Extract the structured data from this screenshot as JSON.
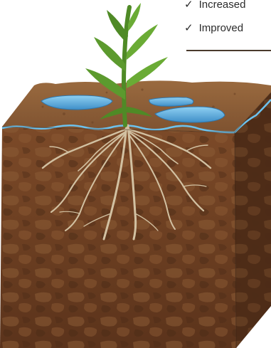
{
  "checklist": [
    {
      "mark": "✓",
      "text": "Increased"
    },
    {
      "mark": "✓",
      "text": "Improved"
    }
  ],
  "colors": {
    "soil_top": "#8a5a33",
    "soil_front": "#6b3f22",
    "soil_side": "#4e2c17",
    "water": "#5aa9dd",
    "root": "#d2c1a2",
    "leaf": "#5c9a2e",
    "divider": "#4a3a2c"
  },
  "icons": [
    "check-icon",
    "plant-illustration",
    "water-puddle",
    "root-system"
  ]
}
